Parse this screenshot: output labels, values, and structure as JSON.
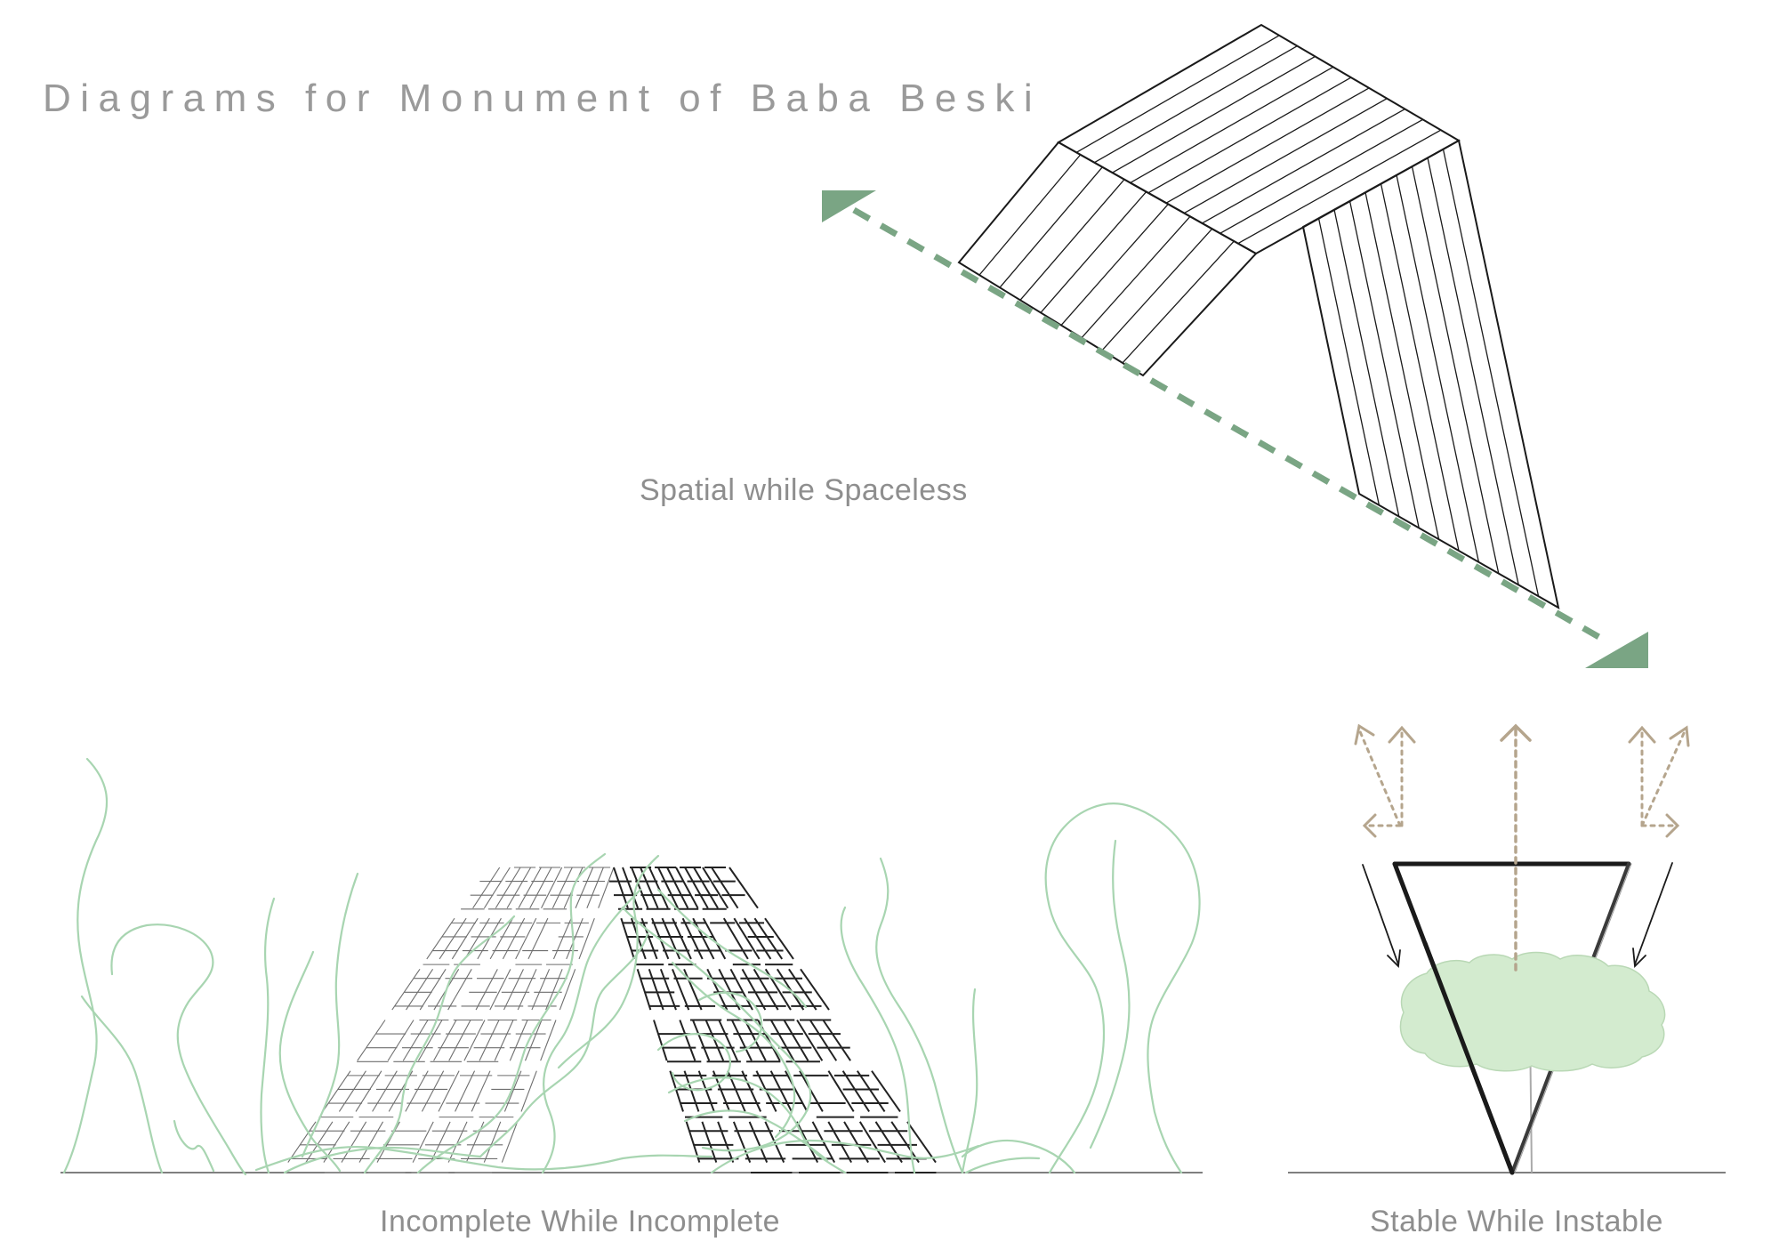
{
  "title": "Diagrams for Monument of Baba Beski",
  "captions": {
    "spatial": "Spatial while Spaceless",
    "incomplete": "Incomplete While Incomplete",
    "stable": "Stable While Instable"
  },
  "colors": {
    "ink": "#1a1a1a",
    "green_accent": "#7aa584",
    "green_line": "#a8d5b1",
    "green_fill": "#d3ebcf",
    "arrow_tan": "#b5a58d",
    "text_grey": "#8e8e8e"
  }
}
